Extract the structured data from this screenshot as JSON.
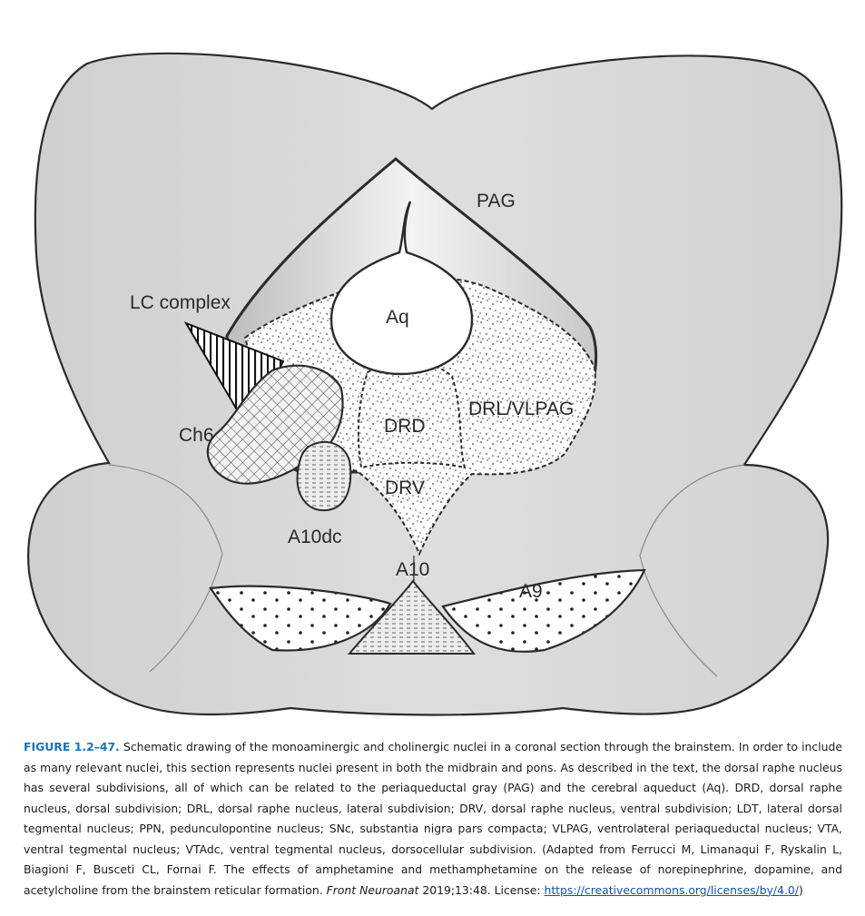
{
  "figure": {
    "labels": {
      "pag": "PAG",
      "aq": "Aq",
      "lc": "LC complex",
      "drl": "DRL/VLPAG",
      "drd": "DRD",
      "ch6": "Ch6",
      "drv": "DRV",
      "a10dc": "A10dc",
      "a10": "A10",
      "a9": "A9"
    },
    "colors": {
      "tissue": "#d9d9d9",
      "outline": "#2b2b2b",
      "stipple": "#444444",
      "caption_label": "#1a73b8"
    }
  },
  "caption": {
    "label": "FIGURE 1.2–47.",
    "text": " Schematic drawing of the monoaminergic and cholinergic nuclei in a coronal section through the brainstem. In order to include as many relevant nuclei, this section represents nuclei present in both the midbrain and pons. As described in the text, the dorsal raphe nucleus has several subdivisions, all of which can be related to the periaqueductal gray (PAG) and the cerebral aqueduct (Aq). DRD, dorsal raphe nucleus, dorsal subdivision; DRL, dorsal raphe nucleus, lateral subdivision; DRV, dorsal raphe nucleus, ventral subdivision; LDT, lateral dorsal tegmental nucleus; PPN, pedunculopontine nucleus; SNc, substantia nigra pars compacta; VLPAG, ventrolateral periaqueductal nucleus; VTA, ventral tegmental nucleus; VTAdc, ventral tegmental nucleus, dorsocellular subdivision. (Adapted from Ferrucci M, Limanaqui F, Ryskalin L, Biagioni F, Busceti CL, Fornai F. The effects of amphetamine and methamphetamine on the release of norepinephrine, dopamine, and acetylcholine from the brainstem reticular formation. ",
    "journal": "Front Neuroanat",
    "citation": " 2019;13:48. License: ",
    "link": "https://creativecommons.org/licenses/by/4.0/",
    "end": ")"
  }
}
